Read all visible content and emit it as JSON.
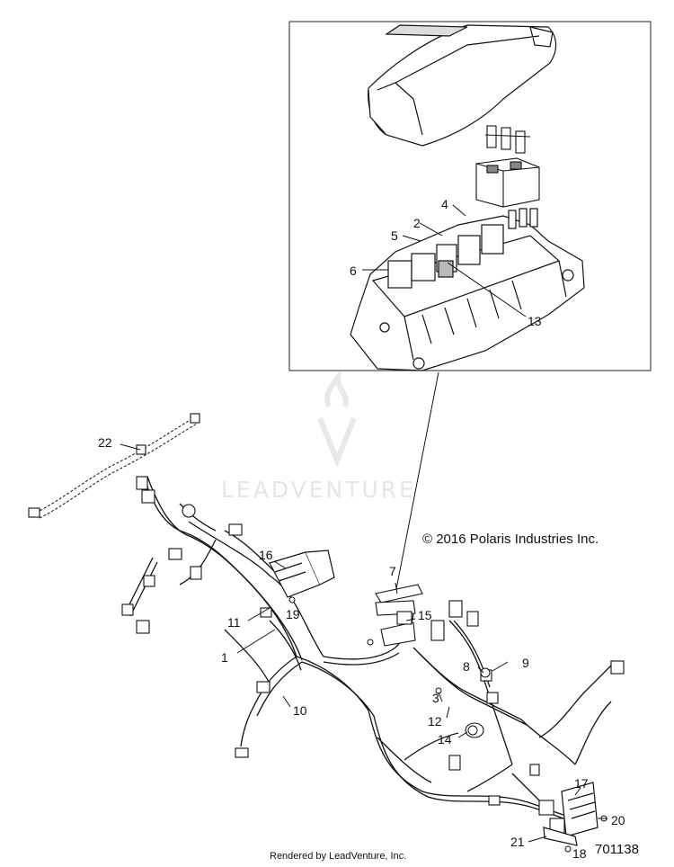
{
  "copyright": "© 2016 Polaris Industries Inc.",
  "figure_number": "701138",
  "rendered_by": "Rendered by LeadVenture, Inc.",
  "watermark": "LEADVENTURE",
  "callouts": {
    "c1": "1",
    "c2": "2",
    "c3": "3",
    "c4": "4",
    "c5": "5",
    "c6": "6",
    "c7": "7",
    "c8": "8",
    "c9": "9",
    "c10": "10",
    "c11": "11",
    "c12": "12",
    "c13": "13",
    "c14": "14",
    "c15": "15",
    "c16": "16",
    "c17": "17",
    "c18": "18",
    "c19": "19",
    "c20": "20",
    "c21": "21",
    "c22": "22"
  }
}
